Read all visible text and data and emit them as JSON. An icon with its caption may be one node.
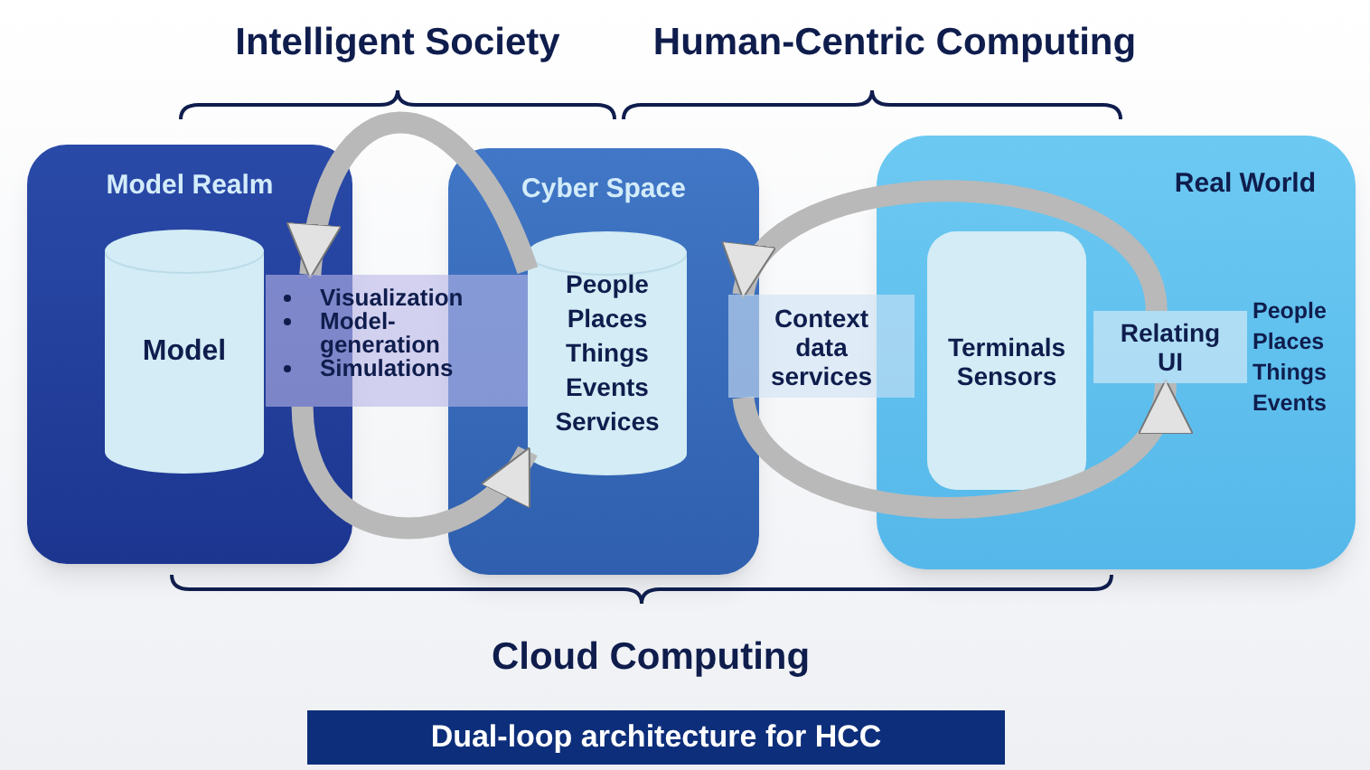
{
  "diagram": {
    "caption": "Dual-loop architecture for HCC",
    "nodes": [
      {
        "text": [
          "Model Realm"
        ]
      },
      {
        "text": [
          "Model"
        ],
        "in": 0
      },
      {
        "text": [
          "Visualization",
          "Model-generation",
          "Simulations"
        ]
      },
      {
        "text": [
          "Cyber Space"
        ]
      },
      {
        "text": [
          "People",
          "Places",
          "Things",
          "Events",
          "Services"
        ],
        "in": 3
      },
      {
        "text": [
          "Context data services"
        ]
      },
      {
        "text": [
          "Real World"
        ]
      },
      {
        "text": [
          "Terminals",
          "Sensors"
        ],
        "in": 6
      },
      {
        "text": [
          "Relating UI"
        ],
        "in": 6
      }
    ],
    "edges": [
      {
        "from": 4,
        "to": 2,
        "arrow": "to"
      },
      {
        "from": 2,
        "to": 4,
        "arrow": "to"
      },
      {
        "from": 8,
        "to": 5,
        "arrow": "to"
      },
      {
        "from": 5,
        "to": 8,
        "arrow": "to"
      }
    ],
    "labels": [
      "Intelligent Society",
      "Human-Centric Computing",
      "Cloud Computing",
      "People",
      "Places",
      "Things",
      "Events"
    ]
  }
}
